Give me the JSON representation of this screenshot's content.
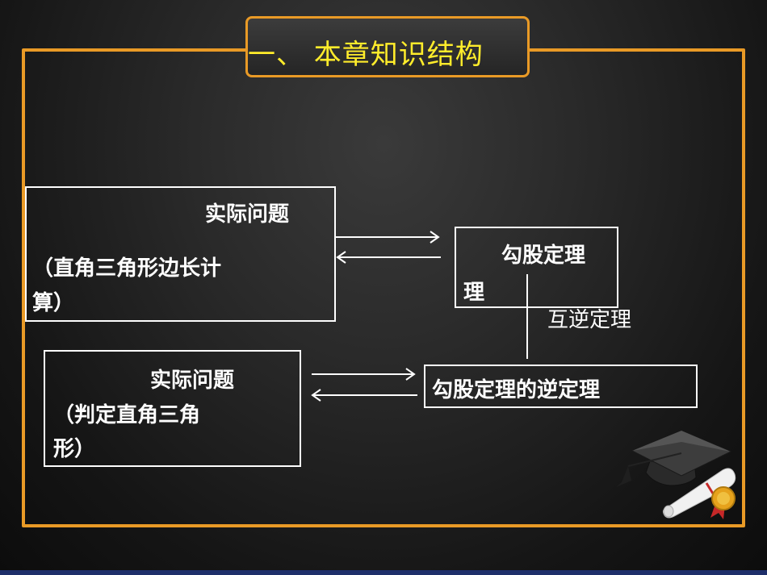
{
  "title": "一、 本章知识结构",
  "box_top_left": {
    "line1": "实际问题",
    "line2": "（直角三角形边长计",
    "line3": "算）"
  },
  "box_theorem": {
    "line1": "勾股定理",
    "line1_wrap": "理"
  },
  "relation_label": "互逆定理",
  "box_bottom_left": {
    "line1": "实际问题",
    "line2": "（判定直角三角",
    "line3": "形）"
  },
  "box_converse": {
    "line1": "勾股定理的逆定理"
  },
  "decoration": {
    "icon": "graduation-cap-diploma-icon"
  }
}
